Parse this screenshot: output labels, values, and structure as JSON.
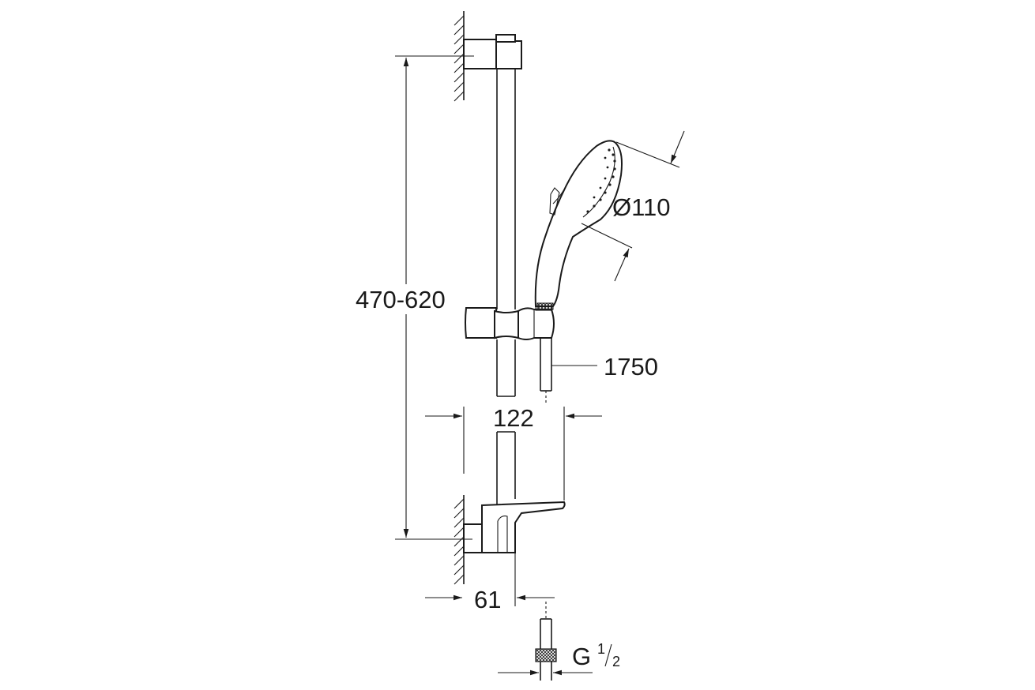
{
  "dimensions": {
    "height_range": "470-620",
    "head_diameter": "Ø110",
    "hose_length": "1750",
    "width": "122",
    "wall_offset": "61",
    "thread_main": "G",
    "thread_num": "1",
    "thread_den": "2"
  }
}
